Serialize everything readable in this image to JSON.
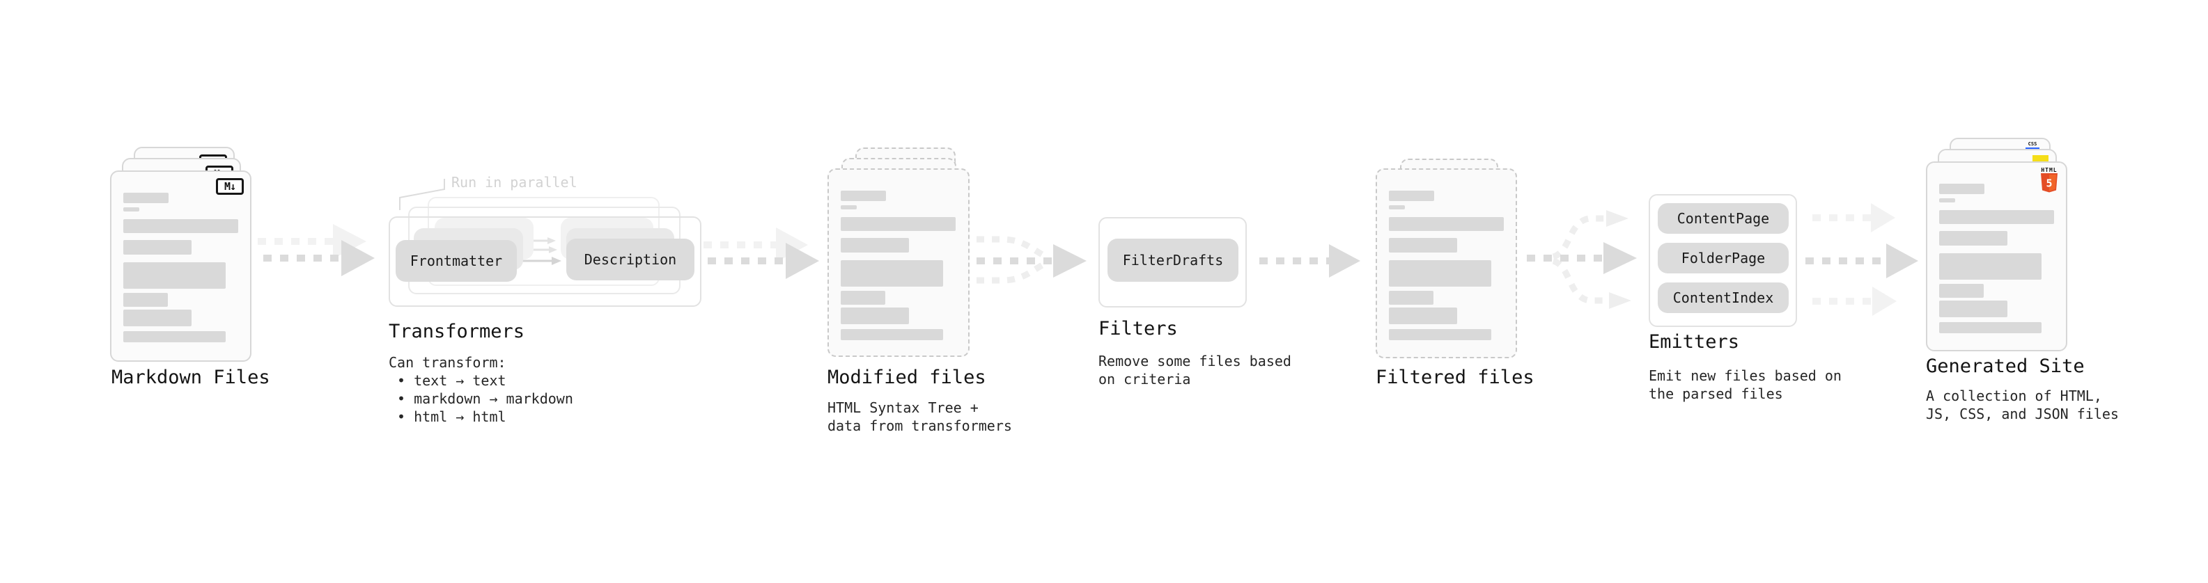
{
  "diagram": {
    "markdown": {
      "label": "Markdown Files",
      "badge": "M↓"
    },
    "transformers": {
      "label": "Transformers",
      "note": "Run in parallel",
      "pill_front": "Frontmatter",
      "pill_back": "Description",
      "desc_title": "Can transform:",
      "bullets": [
        "• text → text",
        "• markdown → markdown",
        "• html → html"
      ]
    },
    "modified": {
      "label": "Modified files",
      "desc": [
        "HTML Syntax Tree +",
        "data from transformers"
      ]
    },
    "filters": {
      "label": "Filters",
      "pill": "FilterDrafts",
      "desc": [
        "Remove some files based",
        "on criteria"
      ]
    },
    "filtered": {
      "label": "Filtered files"
    },
    "emitters": {
      "label": "Emitters",
      "pills": [
        "ContentPage",
        "FolderPage",
        "ContentIndex"
      ],
      "desc": [
        "Emit new files based on",
        "the parsed files"
      ]
    },
    "generated": {
      "label": "Generated Site",
      "desc": [
        "A collection of HTML,",
        "JS, CSS, and JSON files"
      ],
      "badge_html_word": "HTML",
      "badge_html_number": "5",
      "badge_css": "CSS"
    }
  },
  "colors": {
    "html5_shield": "#e44d26",
    "html5_shield_light": "#f16529",
    "js_badge": "#f5de19",
    "css_underline": "#2962ff",
    "skeleton_bar": "#d9d9d9",
    "arrow_main": "#dbdbdb",
    "arrow_faint": "#f0f0f0"
  }
}
